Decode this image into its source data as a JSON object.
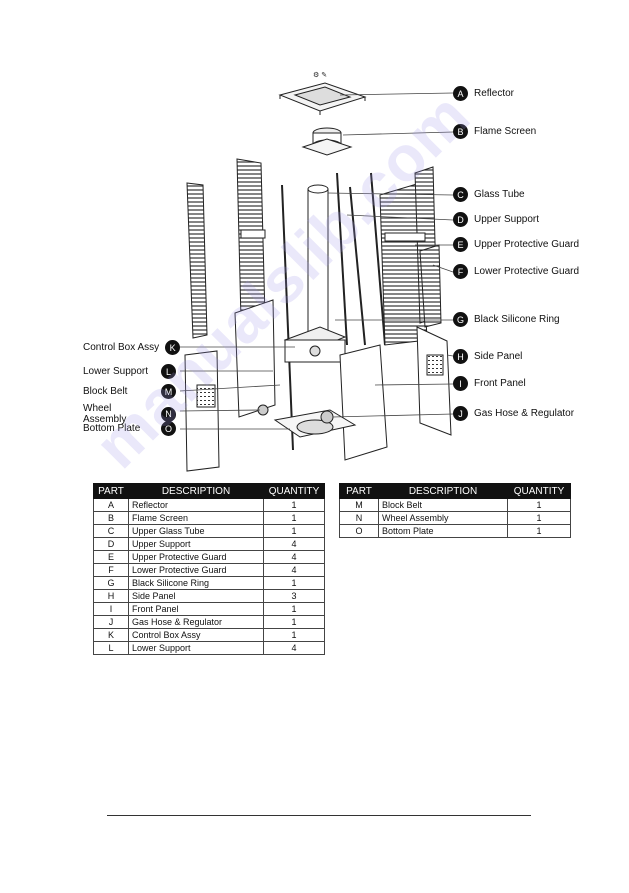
{
  "watermark": "manualslib.com",
  "callouts_right": [
    {
      "letter": "A",
      "label": "Reflector"
    },
    {
      "letter": "B",
      "label": "Flame Screen"
    },
    {
      "letter": "C",
      "label": "Glass Tube"
    },
    {
      "letter": "D",
      "label": "Upper Support"
    },
    {
      "letter": "E",
      "label": "Upper Protective Guard"
    },
    {
      "letter": "F",
      "label": "Lower Protective Guard"
    },
    {
      "letter": "G",
      "label": "Black Silicone Ring"
    },
    {
      "letter": "H",
      "label": "Side Panel"
    },
    {
      "letter": "I",
      "label": "Front Panel"
    },
    {
      "letter": "J",
      "label": "Gas Hose & Regulator"
    }
  ],
  "callouts_left": [
    {
      "letter": "K",
      "label": "Control Box Assy"
    },
    {
      "letter": "L",
      "label": "Lower Support"
    },
    {
      "letter": "M",
      "label": "Block Belt"
    },
    {
      "letter": "N",
      "label": "Wheel Assembly"
    },
    {
      "letter": "O",
      "label": "Bottom Plate"
    }
  ],
  "table_headers": {
    "part": "PART",
    "description": "DESCRIPTION",
    "quantity": "QUANTITY"
  },
  "table_left": [
    {
      "part": "A",
      "description": "Reflector",
      "quantity": "1"
    },
    {
      "part": "B",
      "description": "Flame Screen",
      "quantity": "1"
    },
    {
      "part": "C",
      "description": "Upper Glass Tube",
      "quantity": "1"
    },
    {
      "part": "D",
      "description": "Upper Support",
      "quantity": "4"
    },
    {
      "part": "E",
      "description": "Upper Protective Guard",
      "quantity": "4"
    },
    {
      "part": "F",
      "description": "Lower Protective Guard",
      "quantity": "4"
    },
    {
      "part": "G",
      "description": "Black Silicone Ring",
      "quantity": "1"
    },
    {
      "part": "H",
      "description": "Side Panel",
      "quantity": "3"
    },
    {
      "part": "I",
      "description": "Front Panel",
      "quantity": "1"
    },
    {
      "part": "J",
      "description": "Gas Hose & Regulator",
      "quantity": "1"
    },
    {
      "part": "K",
      "description": "Control Box Assy",
      "quantity": "1"
    },
    {
      "part": "L",
      "description": "Lower Support",
      "quantity": "4"
    }
  ],
  "table_right": [
    {
      "part": "M",
      "description": "Block Belt",
      "quantity": "1"
    },
    {
      "part": "N",
      "description": "Wheel Assembly",
      "quantity": "1"
    },
    {
      "part": "O",
      "description": "Bottom Plate",
      "quantity": "1"
    }
  ]
}
